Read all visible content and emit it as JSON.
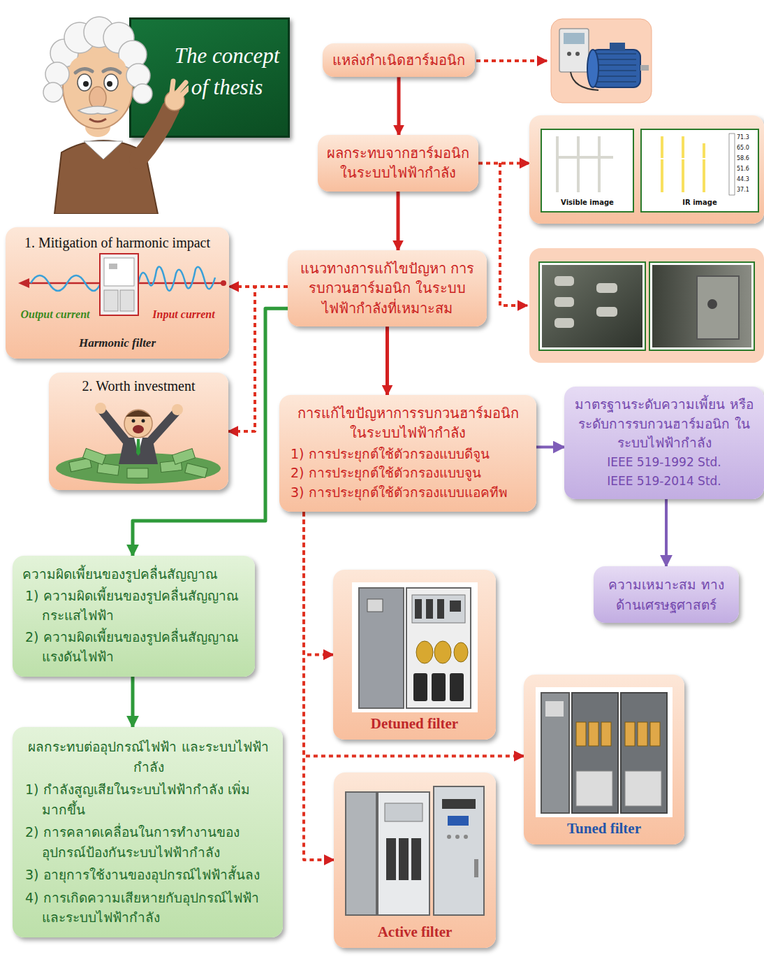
{
  "diagram": {
    "title": "The concept of thesis",
    "nodes": [
      {
        "text": [
          "แหล่งกำเนิดฮาร์มอนิก"
        ]
      },
      {
        "text": [
          "ผลกระทบจากฮาร์มอนิก ในระบบไฟฟ้ากำลัง"
        ]
      },
      {
        "text": [
          "Visible image",
          "IR image"
        ]
      },
      {
        "text": [
          "1. Mitigation of harmonic impact",
          "Output current",
          "Input current",
          "Harmonic filter"
        ]
      },
      {
        "text": [
          "แนวทางการแก้ไขปัญหา การรบกวนฮาร์มอนิก ในระบบไฟฟ้ากำลังที่เหมาะสม"
        ]
      },
      {
        "text": [
          "2. Worth investment"
        ]
      },
      {
        "text": [
          "การแก้ไขปัญหาการรบกวนฮาร์มอนิก ในระบบไฟฟ้ากำลัง",
          "1) การประยุกต์ใช้ตัวกรองแบบดีจูน",
          "2) การประยุกต์ใช้ตัวกรองแบบจูน",
          "3) การประยุกต์ใช้ตัวกรองแบบแอคทีพ"
        ]
      },
      {
        "text": [
          "มาตรฐานระดับความเพี้ยน หรือระดับการรบกวนฮาร์มอนิก ในระบบไฟฟ้ากำลัง",
          "IEEE 519-1992 Std.",
          "IEEE 519-2014 Std."
        ]
      },
      {
        "text": [
          "ความผิดเพี้ยนของรูปคลื่นสัญญาณ",
          "1) ความผิดเพี้ยนของรูปคลื่นสัญญาณ กระแสไฟฟ้า",
          "2) ความผิดเพี้ยนของรูปคลื่นสัญญาณ แรงดันไฟฟ้า"
        ]
      },
      {
        "text": [
          "ความเหมาะสม ทางด้านเศรษฐศาสตร์"
        ]
      },
      {
        "text": [
          "Detuned filter"
        ]
      },
      {
        "text": [
          "Tuned filter"
        ]
      },
      {
        "text": [
          "ผลกระทบต่ออุปกรณ์ไฟฟ้า และระบบไฟฟ้ากำลัง",
          "1) กำลังสูญเสียในระบบไฟฟ้ากำลัง เพิ่มมากขึ้น",
          "2) การคลาดเคลื่อนในการทำงานของ อุปกรณ์ป้องกันระบบไฟฟ้ากำลัง",
          "3) อายุการใช้งานของอุปกรณ์ไฟฟ้าสั้นลง",
          "4) การเกิดความเสียหายกับอุปกรณ์ไฟฟ้า และระบบไฟฟ้ากำลัง"
        ]
      },
      {
        "text": [
          "Active filter"
        ]
      }
    ],
    "edges": [
      {
        "from": 0,
        "to": 1,
        "arrow": "to"
      },
      {
        "from": 1,
        "to": 4,
        "arrow": "to"
      },
      {
        "from": 4,
        "to": 6,
        "arrow": "to"
      },
      {
        "from": 1,
        "to": 2,
        "arrow": "to"
      },
      {
        "from": 4,
        "to": 3,
        "arrow": "to"
      },
      {
        "from": 4,
        "to": 5,
        "arrow": "to"
      },
      {
        "from": 4,
        "to": 8,
        "arrow": "to"
      },
      {
        "from": 8,
        "to": 12,
        "arrow": "to"
      },
      {
        "from": 6,
        "to": 7,
        "arrow": "to"
      },
      {
        "from": 7,
        "to": 9,
        "arrow": "to"
      },
      {
        "from": 6,
        "to": 10,
        "arrow": "to"
      },
      {
        "from": 6,
        "to": 11,
        "arrow": "to"
      },
      {
        "from": 6,
        "to": 13,
        "arrow": "to"
      }
    ],
    "labels": [
      "71.3",
      "65.0",
      "58.6",
      "51.6",
      "44.3",
      "37.1"
    ]
  }
}
